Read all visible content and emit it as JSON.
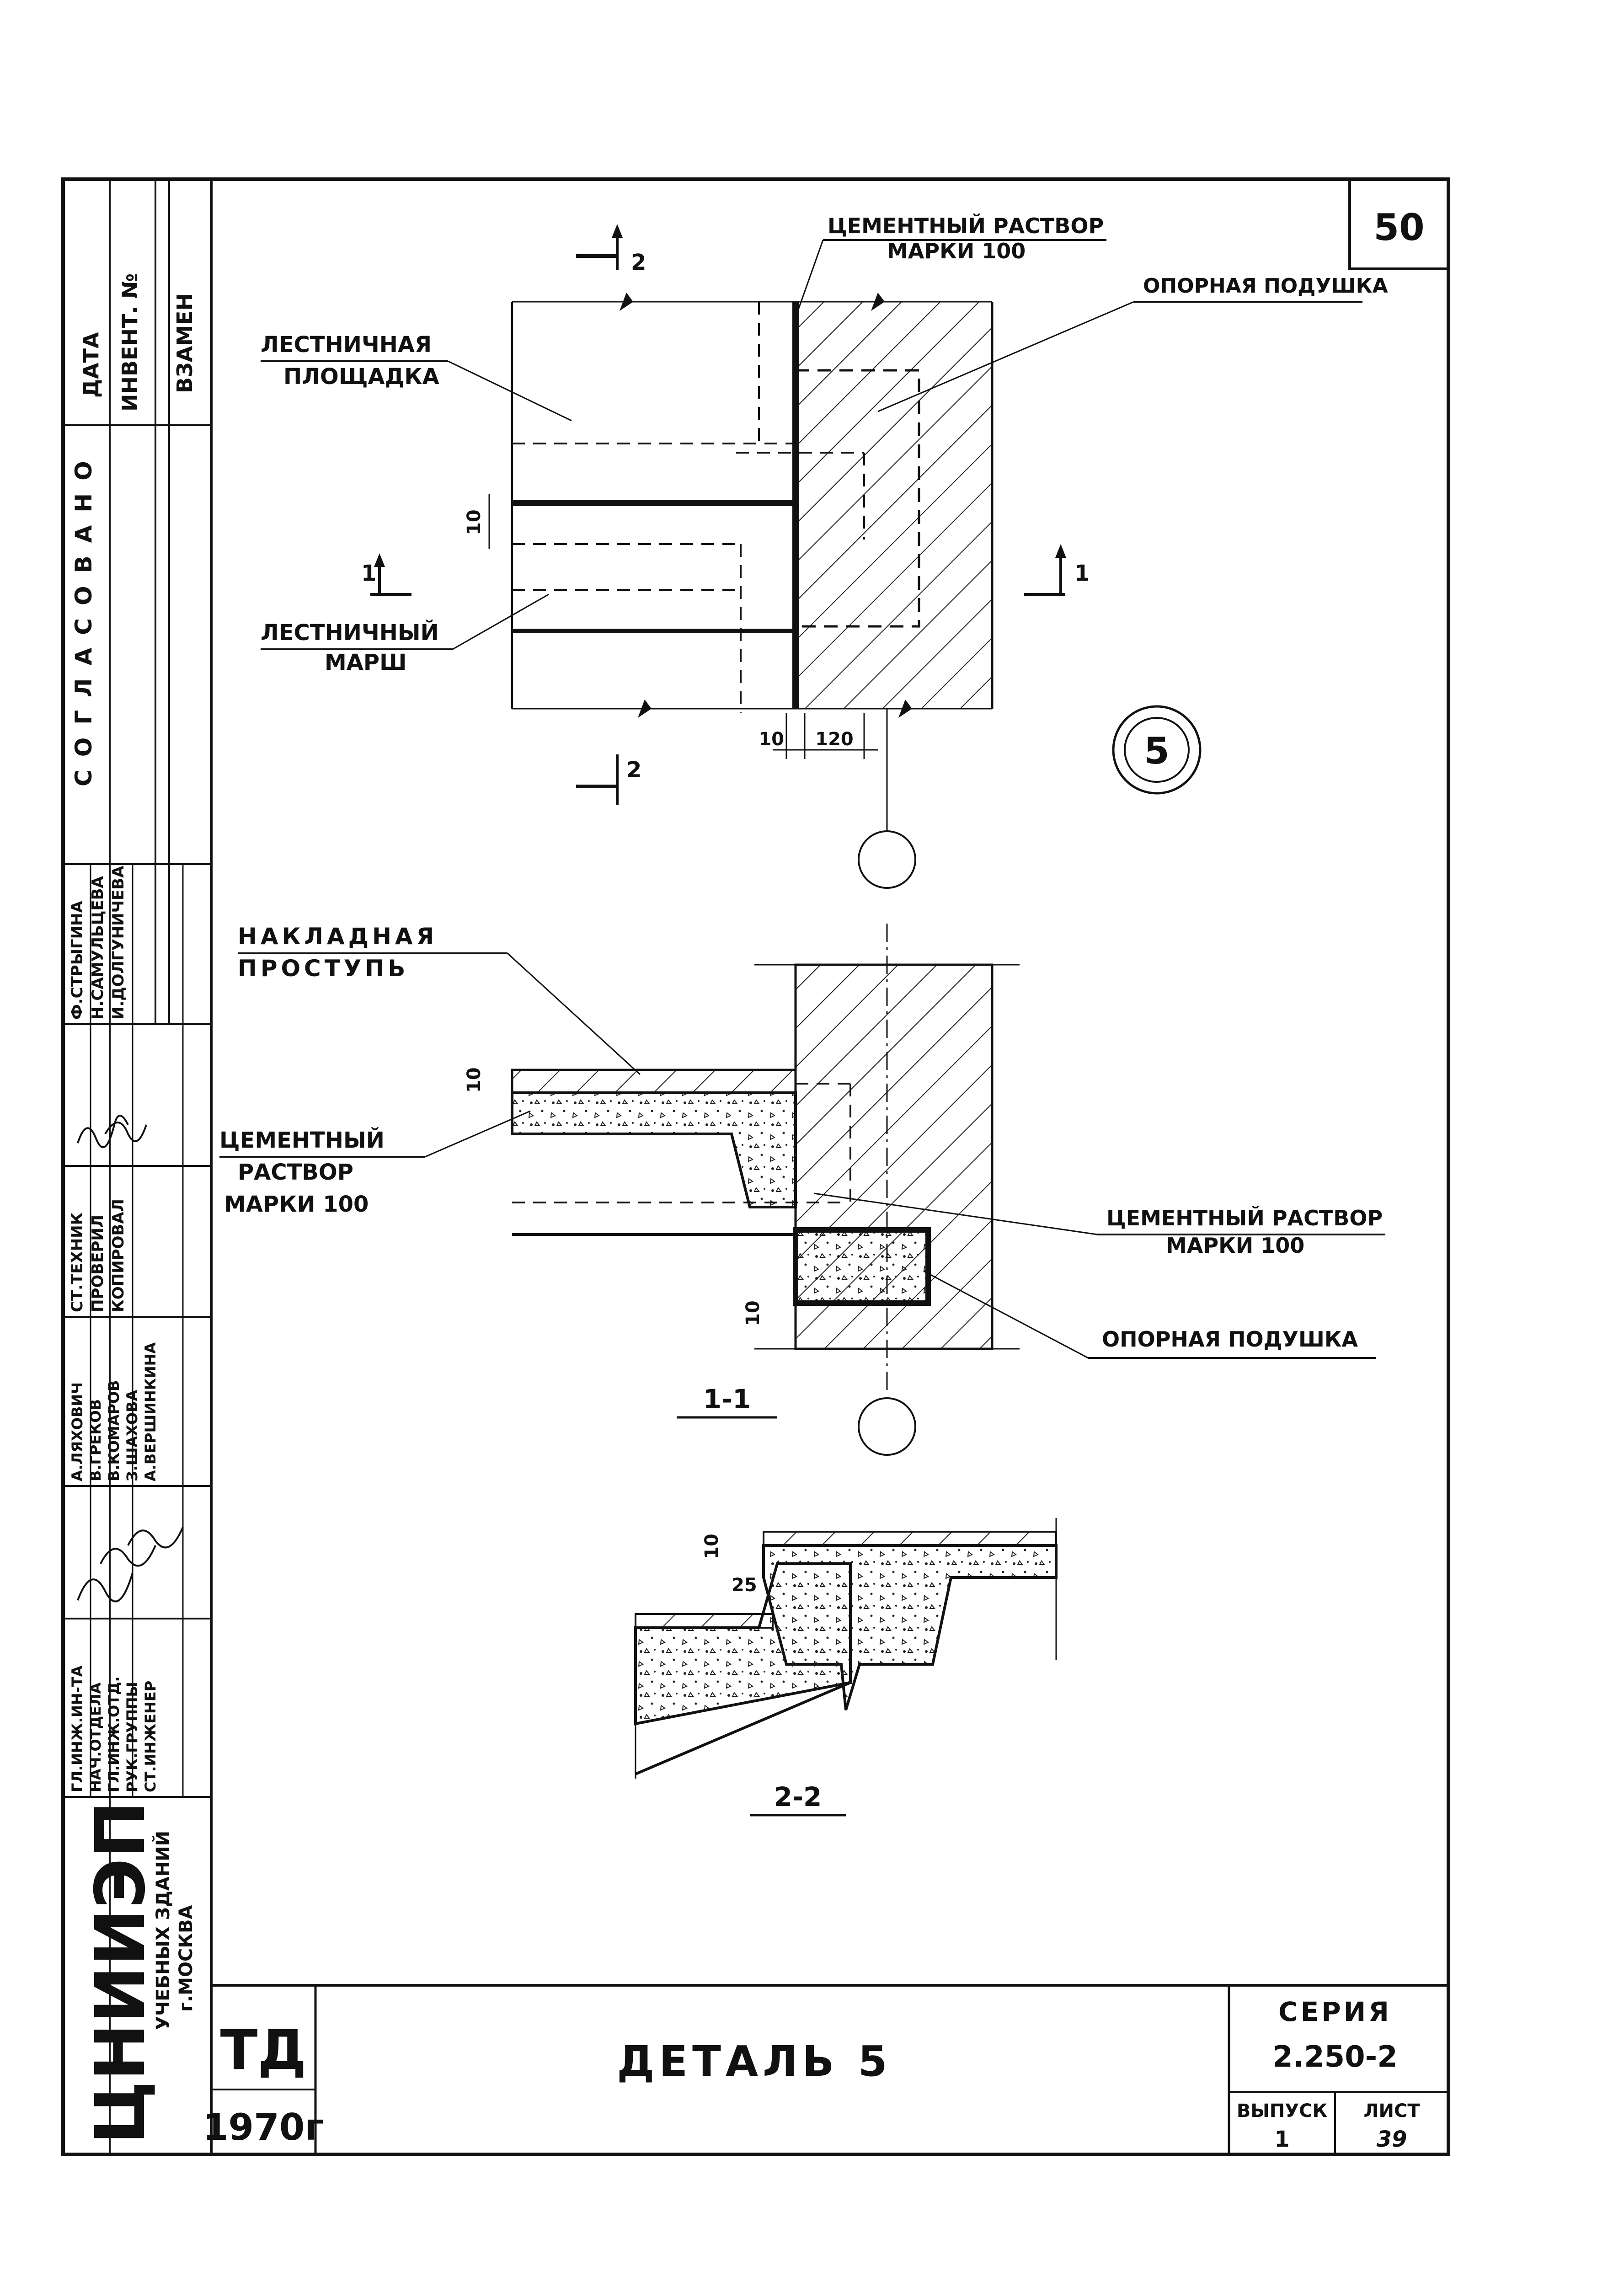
{
  "sheet_number": "50",
  "detail_mark": "5",
  "plan_labels": {
    "cement_mortar": "ЦЕМЕНТНЫЙ РАСТВОР",
    "cement_mortar_grade": "МАРКИ 100",
    "bearing_pad": "ОПОРНАЯ ПОДУШКА",
    "landing": "ЛЕСТНИЧНАЯ",
    "landing_2": "ПЛОЩАДКА",
    "flight": "ЛЕСТНИЧНЫЙ",
    "flight_2": "МАРШ",
    "dim_10": "10",
    "dim_120": "120",
    "dim_10_vertical": "10",
    "section_1": "1",
    "section_2": "2"
  },
  "section_1_1": {
    "title": "1-1",
    "tread": "НАКЛАДНАЯ",
    "tread_2": "ПРОСТУПЬ",
    "cement_left": "ЦЕМЕНТНЫЙ",
    "cement_left_2": "РАСТВОР",
    "cement_left_3": "МАРКИ 100",
    "cement_right": "ЦЕМЕНТНЫЙ РАСТВОР",
    "cement_right_2": "МАРКИ 100",
    "bearing_pad": "ОПОРНАЯ ПОДУШКА",
    "dim_top": "10",
    "dim_bottom": "10"
  },
  "section_2_2": {
    "title": "2-2",
    "dim_10": "10",
    "dim_25": "25"
  },
  "stamp_left": {
    "cols": [
      "ДАТА",
      "ИНВЕНТ. №",
      "ВЗАМЕН"
    ],
    "agreed": "СОГЛАСОВАНО",
    "names": [
      "Ф.СТРЫГИНА",
      "Н.САМУЛЬЦЕВА",
      "И.ДОЛГУНИЧЕВА"
    ],
    "roles": [
      "СТ.ТЕХНИК",
      "ПРОВЕРИЛ",
      "КОПИРОВАЛ"
    ],
    "names_2": [
      "А.ЛЯХОВИЧ",
      "В.ГРЕКОВ",
      "В.КОМАРОВ",
      "З.ШАХОВА",
      "А.ВЕРШИНКИНА"
    ],
    "roles_2": [
      "ГЛ.ИНЖ.ИН-ТА",
      "НАЧ.ОТДЕЛА",
      "ГЛ.ИНЖ.ОТД.",
      "РУК.ГРУППЫ",
      "СТ.ИНЖЕНЕР"
    ],
    "org": "ЦНИИЭП",
    "org_sub": "УЧЕБНЫХ ЗДАНИЙ",
    "org_city": "г.МОСКВА"
  },
  "title_block": {
    "td": "ТД",
    "year": "1970г",
    "title": "ДЕТАЛЬ 5",
    "series_label": "СЕРИЯ",
    "series": "2.250-2",
    "issue_label": "ВЫПУСК",
    "issue": "1",
    "sheet_label": "ЛИСТ",
    "sheet": "39"
  }
}
